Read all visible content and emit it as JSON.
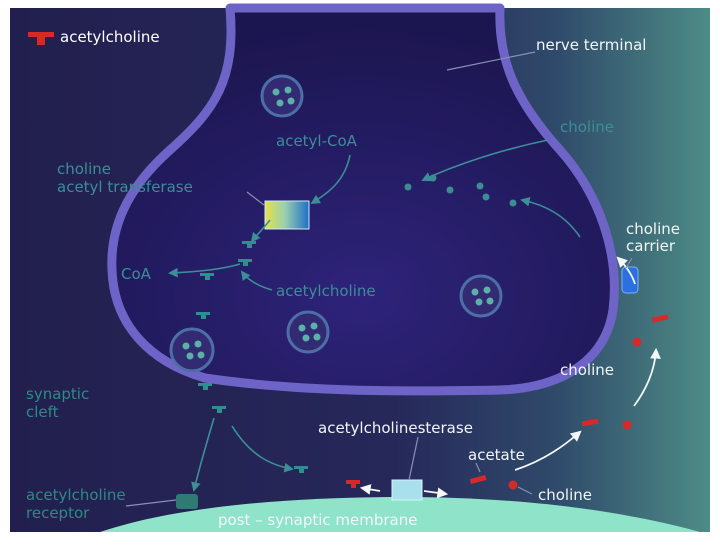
{
  "legend": {
    "label": "acetylcholine"
  },
  "labels": {
    "nerve_terminal": "nerve terminal",
    "choline_top": "choline",
    "acetyl_coa": "acetyl-CoA",
    "choline_acetyltransferase_line1": "choline",
    "choline_acetyltransferase_line2": "acetyl transferase",
    "choline_carrier_line1": "choline",
    "choline_carrier_line2": "carrier",
    "coa": "CoA",
    "acetylcholine_inner": "acetylcholine",
    "synaptic_cleft_line1": "synaptic",
    "synaptic_cleft_line2": "cleft",
    "choline_right": "choline",
    "acetylcholinesterase": "acetylcholinesterase",
    "acetate": "acetate",
    "choline_bottom": "choline",
    "acetylcholine_receptor_line1": "acetylcholine",
    "acetylcholine_receptor_line2": "receptor",
    "post_synaptic_membrane": "post – synaptic membrane"
  },
  "colors": {
    "background_left": "#221f4e",
    "background_right": "#4d8c86",
    "terminal_fill": "#231c62",
    "terminal_edge": "#6e64c8",
    "acetylcholine_red": "#d52a2a",
    "teal_label": "#2e8a86",
    "membrane": "#8ee3c9",
    "carrier_blue": "#2b6fe0",
    "enzyme_light": "#a9e0ee"
  }
}
